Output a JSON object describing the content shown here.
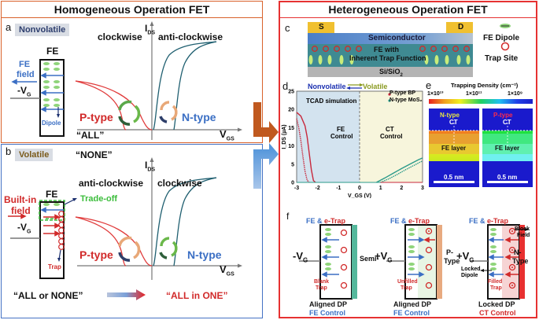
{
  "left": {
    "title": "Homogeneous Operation FET",
    "panel_a": {
      "letter": "a",
      "tag": "Nonvolatile",
      "fe_label": "FE",
      "fe_field": "FE\nfield",
      "fe_field_line1": "FE",
      "fe_field_line2": "field",
      "gate": "-V",
      "gate_sub": "G",
      "dipole": "Dipole",
      "y_axis": "I",
      "y_axis_sub": "DS",
      "x_axis": "V",
      "x_axis_sub": "GS",
      "left_dir": "clockwise",
      "right_dir": "anti-clockwise",
      "p_type": "P-type",
      "n_type": "N-type",
      "quote": "“ALL”"
    },
    "panel_b": {
      "letter": "b",
      "tag": "Volatile",
      "quote_top": "“NONE”",
      "fe_label": "FE",
      "built_in_1": "Built-in",
      "built_in_2": "field",
      "trade_off": "Trade-off",
      "gate": "-V",
      "gate_sub": "G",
      "trap": "Trap",
      "y_axis": "I",
      "y_axis_sub": "DS",
      "x_axis": "V",
      "x_axis_sub": "GS",
      "left_dir": "anti-clockwise",
      "right_dir": "clockwise",
      "p_type": "P-type",
      "n_type": "N-type",
      "bottom_left": "“ALL or NONE”",
      "bottom_right": "“ALL in ONE”"
    }
  },
  "right": {
    "title": "Heterogeneous Operation FET",
    "panel_c": {
      "letter": "c",
      "source": "S",
      "drain": "D",
      "semiconductor": "Semiconductor",
      "fe_line1": "FE with",
      "fe_line2": "Inherent Trap Function",
      "substrate": "Si/SiO",
      "substrate_sub": "2",
      "legend_dipole": "FE Dipole",
      "legend_trap": "Trap Site"
    },
    "panel_d": {
      "letter": "d",
      "header_left": "Nonvolatile",
      "header_right": "Volatile",
      "sim_label": "TCAD simulation",
      "region_left_1": "FE",
      "region_left_2": "Control",
      "region_right_1": "CT",
      "region_right_2": "Control",
      "legend": [
        "P-type BP",
        "N-type MoS₂"
      ],
      "colors": {
        "p": "#c8283c",
        "n": "#2a9a8a",
        "left_bg": "#d3e3ef",
        "right_bg": "#f7f5dc"
      }
    },
    "panel_e": {
      "letter": "e",
      "title": "Trapping Density (cm⁻²)",
      "scale_labels": [
        "1×10¹³",
        "1×10¹¹",
        "1×10⁹"
      ],
      "boxes": [
        {
          "type": "N-type",
          "ct": "CT",
          "layer": "FE layer",
          "scale": "0.5 nm"
        },
        {
          "type": "P-type",
          "ct": "CT",
          "layer": "FE layer",
          "scale": "0.5 nm"
        }
      ]
    },
    "panel_f": {
      "letter": "f",
      "cells": [
        {
          "header_a": "FE & ",
          "header_b": "e-Trap",
          "gate": "-V",
          "gate_sub": "G",
          "side": "Semi-",
          "trap_label_1": "Blank",
          "trap_label_2": "Trap",
          "state": "Aligned DP",
          "control": "FE Control"
        },
        {
          "header_a": "FE & ",
          "header_b": "e-Trap",
          "gate": "+V",
          "gate_sub": "G",
          "side_1": "P-",
          "side_2": "Type",
          "trap_label_1": "Unfilled",
          "trap_label_2": "Trap",
          "state": "Aligned DP",
          "control": "FE Control"
        },
        {
          "header_a": "FE & ",
          "header_b": "e-Trap",
          "gate": "+V",
          "gate_sub": "G",
          "side_1": "N-",
          "side_2": "Type",
          "trap_label_1": "Filled",
          "trap_label_2": "Trap",
          "block_1": "Block",
          "block_2": "Field",
          "locked_1": "Locked",
          "locked_2": "Dipole",
          "state": "Locked DP",
          "control": "CT Control"
        }
      ]
    }
  },
  "chart_data": {
    "type": "line",
    "title": "TCAD simulation",
    "xlabel": "V_GS (V)",
    "ylabel": "I_DS (µA)",
    "xlim": [
      -3,
      3
    ],
    "ylim": [
      0,
      25
    ],
    "xticks": [
      -3,
      -2,
      -1,
      0,
      1,
      2,
      3
    ],
    "yticks": [
      0,
      5,
      10,
      15,
      20,
      25
    ],
    "legend_position": "top-right",
    "series": [
      {
        "name": "P-type BP (sweep 1)",
        "x": [
          -3.0,
          -2.8,
          -2.6,
          -2.5,
          -2.4,
          -2.3,
          -2.2,
          -2.1
        ],
        "y": [
          19.2,
          18.2,
          15.5,
          12.5,
          8.0,
          3.5,
          0.5,
          0
        ]
      },
      {
        "name": "P-type BP (sweep 2)",
        "x": [
          -3.0,
          -2.9,
          -2.8,
          -2.7,
          -2.6,
          -2.5,
          -2.4
        ],
        "y": [
          17.5,
          15.0,
          11.5,
          7.0,
          3.0,
          0.6,
          0
        ]
      },
      {
        "name": "N-type MoS2 (sweep 1)",
        "x": [
          0.8,
          1.2,
          1.6,
          2.0,
          2.4,
          2.8,
          3.0
        ],
        "y": [
          0,
          1.2,
          2.5,
          3.8,
          5.0,
          6.2,
          6.7
        ]
      },
      {
        "name": "N-type MoS2 (sweep 2)",
        "x": [
          1.0,
          1.4,
          1.8,
          2.2,
          2.6,
          3.0
        ],
        "y": [
          0,
          1.0,
          2.2,
          3.5,
          4.7,
          5.9
        ]
      }
    ]
  }
}
